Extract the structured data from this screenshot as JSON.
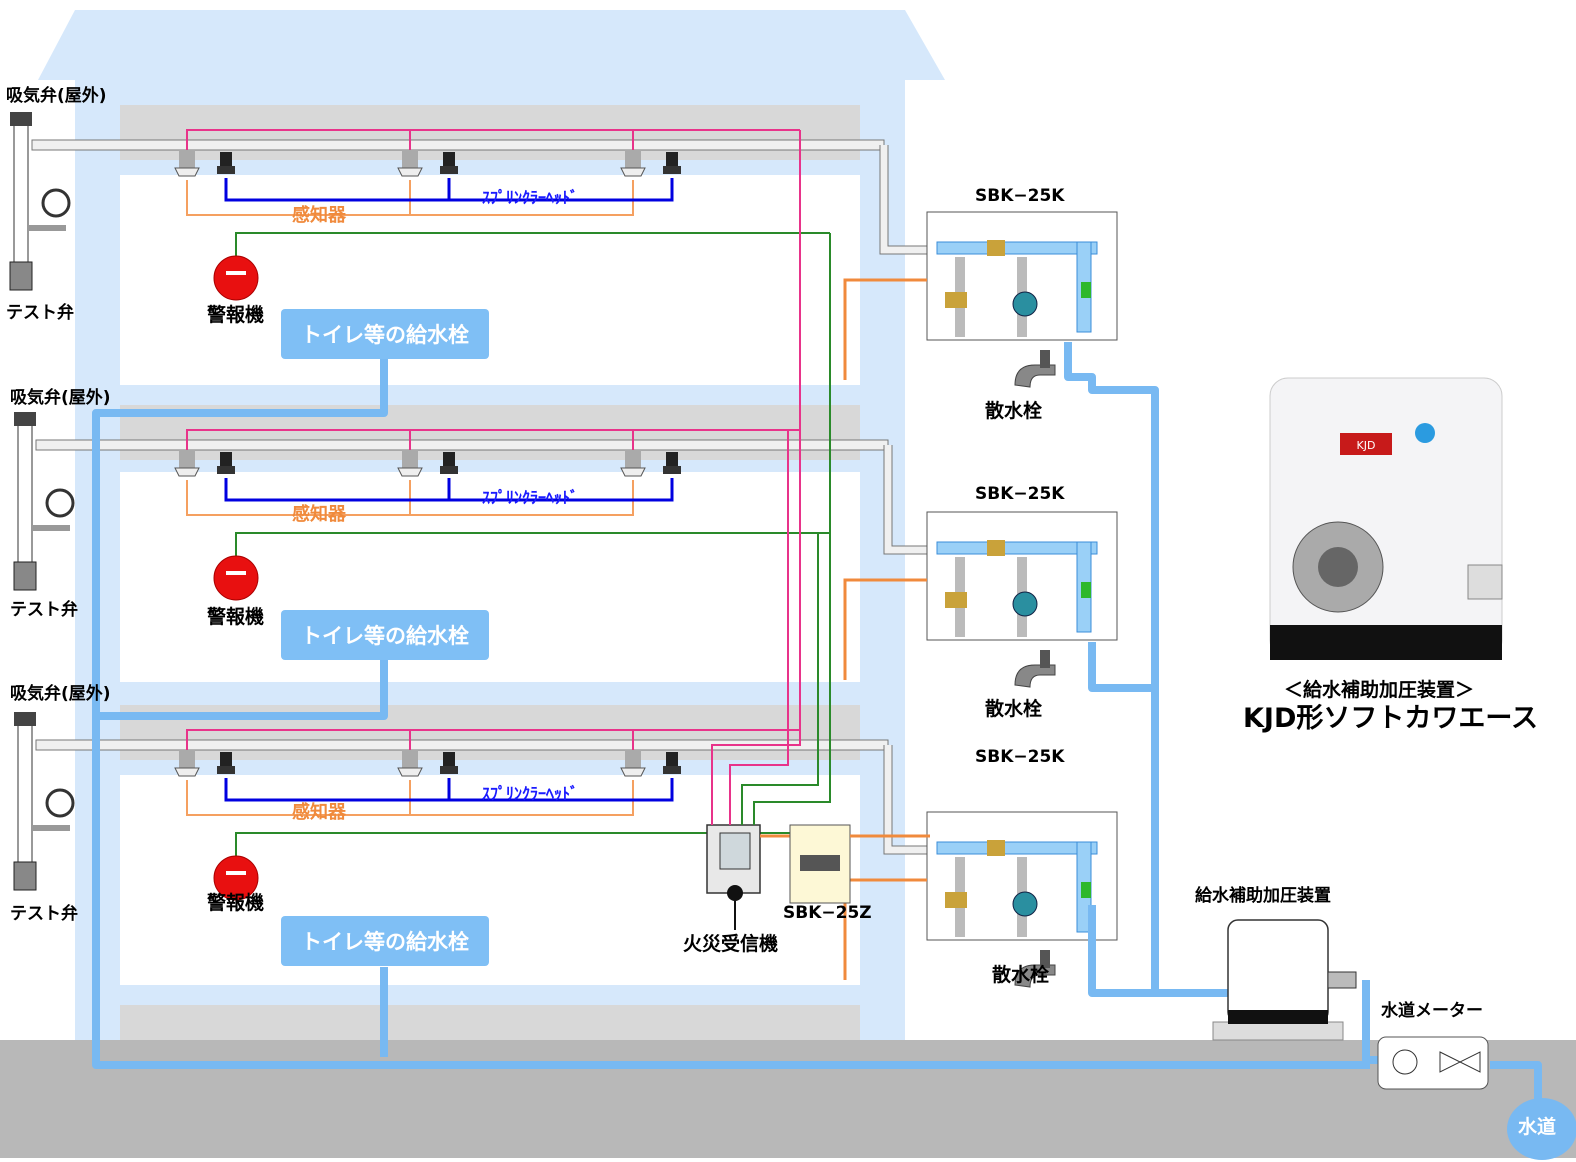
{
  "building": {
    "floors": [
      {
        "vent_label": "吸気弁(屋外)",
        "test_label": "テスト弁",
        "sensor_label": "感知器",
        "sprinkler_label": "ｽﾌﾟﾘﾝｸﾗｰﾍｯﾄﾞ",
        "alarm_label": "警報機",
        "faucet_label": "トイレ等の給水栓",
        "unit_label": "SBK−25K",
        "spigot_label": "散水栓"
      },
      {
        "vent_label": "吸気弁(屋外)",
        "test_label": "テスト弁",
        "sensor_label": "感知器",
        "sprinkler_label": "ｽﾌﾟﾘﾝｸﾗｰﾍｯﾄﾞ",
        "alarm_label": "警報機",
        "faucet_label": "トイレ等の給水栓",
        "unit_label": "SBK−25K",
        "spigot_label": "散水栓"
      },
      {
        "vent_label": "吸気弁(屋外)",
        "test_label": "テスト弁",
        "sensor_label": "感知器",
        "sprinkler_label": "ｽﾌﾟﾘﾝｸﾗｰﾍｯﾄﾞ",
        "alarm_label": "警報機",
        "faucet_label": "トイレ等の給水栓",
        "unit_label": "SBK−25K",
        "spigot_label": "散水栓"
      }
    ]
  },
  "equipment": {
    "fire_receiver_label": "火災受信機",
    "controller_label": "SBK−25Z",
    "booster_label": "給水補助加圧装置",
    "meter_label": "水道メーター",
    "mains_label": "水道"
  },
  "product": {
    "caption_line1": "＜給水補助加圧装置＞",
    "caption_line2": "KJD形ソフトカワエース",
    "badge_text": "KJD"
  },
  "colors": {
    "water": "#78b9f2",
    "sprinkler_pipe": "#0000e0",
    "sensor_wire": "#f5a060",
    "alarm_wire": "#2a8a2a",
    "signal_wire": "#e8338a",
    "building_fill": "#d6e8fb",
    "ground": "#b8b8b8"
  }
}
